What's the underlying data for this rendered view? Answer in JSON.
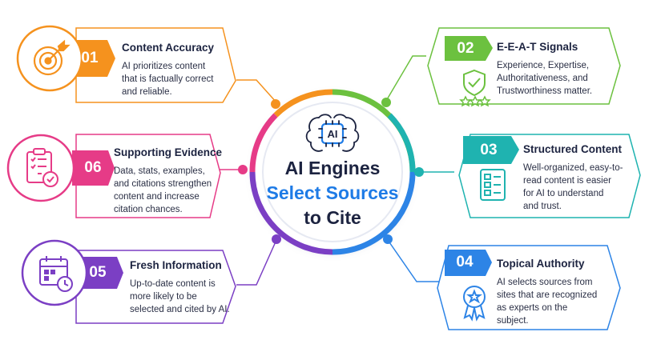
{
  "center": {
    "badge": "AI",
    "title_line1": "AI Engines",
    "title_line2": "Select Sources",
    "title_line3": "to Cite"
  },
  "colors": {
    "orange": "#f5921e",
    "green": "#6cc13f",
    "teal": "#1fb3b0",
    "blue": "#2d84e6",
    "purple": "#7b3fc4",
    "pink": "#e63b87",
    "navy": "#1c2340",
    "title_blue": "#1e7be6"
  },
  "cards": [
    {
      "number": "01",
      "title": "Content Accuracy",
      "body": [
        "AI prioritizes content",
        "that is factually correct",
        "and reliable."
      ],
      "icon": "target-icon"
    },
    {
      "number": "02",
      "title": "E-E-A-T Signals",
      "body": [
        "Experience, Expertise,",
        "Authoritativeness, and",
        "Trustworthiness matter."
      ],
      "icon": "shield-check-icon"
    },
    {
      "number": "03",
      "title": "Structured Content",
      "body": [
        "Well-organized, easy-to-",
        "read content is easier",
        "for AI to understand",
        "and trust."
      ],
      "icon": "document-list-icon"
    },
    {
      "number": "04",
      "title": "Topical Authority",
      "body": [
        "AI selects sources from",
        "sites that are recognized",
        "as experts on the",
        "subject."
      ],
      "icon": "award-ribbon-icon"
    },
    {
      "number": "05",
      "title": "Fresh Information",
      "body": [
        "Up-to-date content is",
        "more likely to be",
        "selected and cited by AI."
      ],
      "icon": "calendar-clock-icon"
    },
    {
      "number": "06",
      "title": "Supporting Evidence",
      "body": [
        "Data, stats, examples,",
        "and citations strengthen",
        "content and increase",
        "citation chances."
      ],
      "icon": "clipboard-check-icon"
    }
  ]
}
